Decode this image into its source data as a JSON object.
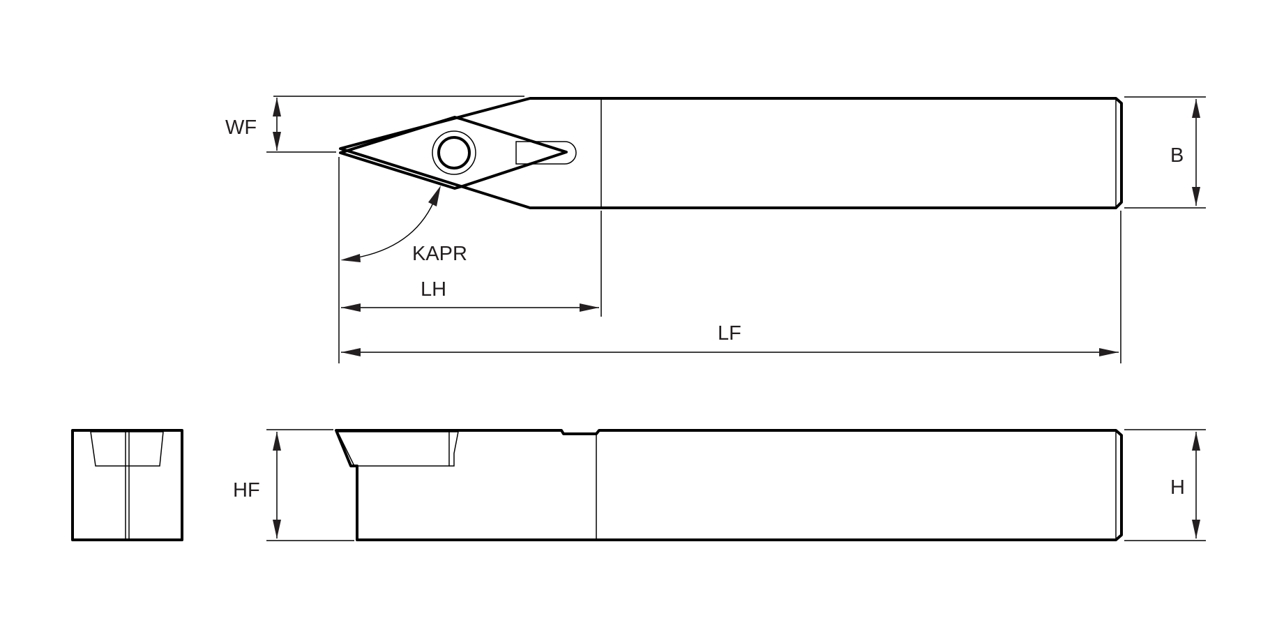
{
  "labels": {
    "wf": "WF",
    "b": "B",
    "kapr": "KAPR",
    "lh": "LH",
    "lf": "LF",
    "hf": "HF",
    "h": "H"
  },
  "colors": {
    "body_fill": "#dee3e7",
    "insert_fill": "#ffe566",
    "outline": "#000000",
    "arrow": "#231f20"
  }
}
